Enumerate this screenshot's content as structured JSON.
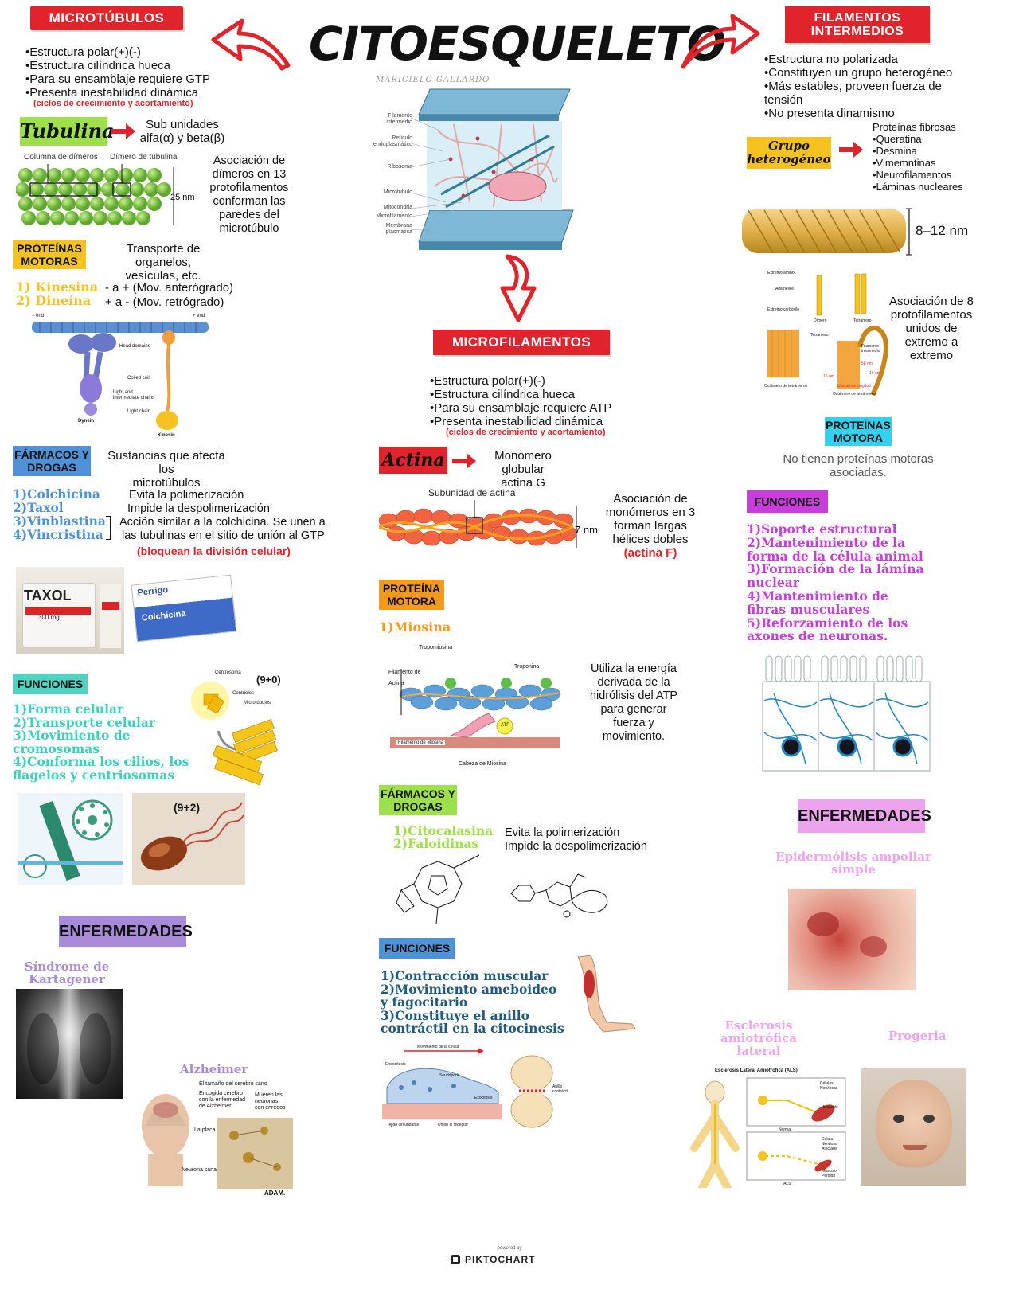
{
  "title": "CITOESQUELETO",
  "author": "MARICIELO GALLARDO",
  "footer": {
    "powered": "powered by",
    "brand": "PIKTOCHART"
  },
  "micro": {
    "banner": "MICROTÚBULOS",
    "props": [
      "•Estructura polar(+)(-)",
      "•Estructura cilíndrica hueca",
      "•Para su ensamblaje requiere GTP",
      "•Presenta inestabilidad dinámica"
    ],
    "note": "(ciclos de crecimiento y acortamiento)",
    "tubulina_label": "Tubulina",
    "tubulina_desc": [
      "Sub unidades",
      "alfa(α) y beta(β)"
    ],
    "fig_col": "Columna de dímeros",
    "fig_dim": "Dímero de tubulina",
    "fig_25": "25 nm",
    "assoc": [
      "Asociación de",
      "dímeros en 13",
      "protofilamentos",
      "conforman las",
      "paredes del",
      "microtúbulo"
    ],
    "motoras_label": [
      "PROTEÍNAS",
      "MOTORAS"
    ],
    "motoras_desc": [
      "Transporte de organelos,",
      "vesículas, etc."
    ],
    "kinesina": "1) Kinesina",
    "dineina": "2) Dineína",
    "kin_mov": "- a + (Mov. anterógrado)",
    "din_mov": "+ a - (Mov. retrógrado)",
    "motor_fig": {
      "minus": "− end",
      "plus": "+ end",
      "head": "Head domains",
      "coiled": "Coiled coil",
      "light": "Light and",
      "inter": "intermediate chains",
      "lchain": "Light chain",
      "dynein": "Dynein",
      "kinesin": "Kinesin"
    },
    "farmacos_label": [
      "FÁRMACOS Y",
      "DROGAS"
    ],
    "farmacos_desc": [
      "Sustancias que afecta los",
      "microtúbulos"
    ],
    "drugs": [
      "1)Colchicina",
      "2)Taxol",
      "3)Vinblastina",
      "4)Vincristina"
    ],
    "drug_eff": [
      "Evita la polimerización",
      "Impide la despolimerización",
      "Acción similar a la colchicina. Se unen a",
      "las tubulinas en el sitio de unión al GTP"
    ],
    "drug_note": "(bloquean la división celular)",
    "taxol": "TAXOL",
    "taxol_mg": "300 mg",
    "perrigo": "Perrigo",
    "colchicina_box": "Colchicina",
    "funciones_label": "FUNCIONES",
    "funciones": [
      "1)Forma celular",
      "2)Transporte celular",
      "3)Movimiento de",
      "cromosomas",
      "4)Conforma los cilios, los",
      "flagelos y centriosomas"
    ],
    "centro_fig": {
      "centrosoma": "Centrosoma",
      "centriolos": "Centriolos",
      "microt": "Microtúbulos",
      "n90": "(9+0)"
    },
    "n92": "(9+2)",
    "enf_label": "ENFERMEDADES",
    "kartagener": [
      "Síndrome de",
      "Kartagener"
    ],
    "alzheimer": "Alzheimer",
    "alz_fig": [
      "El tamaño del cerebro sano",
      "Encogida cerebro",
      "con la enfermedad",
      "de Alzheimer",
      "Mueren las",
      "neuronas",
      "con enredos",
      "La placa",
      "Neurona sana",
      "ADAM."
    ]
  },
  "center": {
    "cell_labels": [
      "Filamento",
      "intermedio",
      "Retículo",
      "endoplasmático",
      "Ribosoma",
      "Microtúbulo",
      "Mitocondria",
      "Microfilamento",
      "Membrana",
      "plasmática"
    ],
    "banner": "MICROFILAMENTOS",
    "props": [
      "•Estructura polar(+)(-)",
      "•Estructura cilíndrica hueca",
      "•Para su ensamblaje requiere ATP",
      "•Presenta inestabilidad dinámica"
    ],
    "note": "(ciclos de crecimiento y acortamiento)",
    "actina_label": "Actina",
    "actina_desc": [
      "Monómero globular",
      "actina G"
    ],
    "fig_sub": "Subunidad de actina",
    "fig_7": "7 nm",
    "assoc": [
      "Asociación de",
      "monómeros en 3",
      "forman largas",
      "hélices dobles"
    ],
    "assoc_note": "(actina F)",
    "motora_label": [
      "PROTEÍNA",
      "MOTORA"
    ],
    "miosina": "1)Miosina",
    "mio_fig": {
      "tropo": "Tropomiosina",
      "fil": "Filamento de",
      "actina": "Actina",
      "tropon": "Troponina",
      "atp": "ATP",
      "film": "Filamento de Miosina",
      "cabeza": "Cabeza de Miosina"
    },
    "mio_desc": [
      "Utiliza la energía",
      "derivada de la",
      "hidrólisis del ATP",
      "para generar",
      "fuerza y",
      "movimiento."
    ],
    "farmacos_label": [
      "FÁRMACOS Y",
      "DROGAS"
    ],
    "drugs": [
      "1)Citocalasina",
      "2)Faloidinas"
    ],
    "drug_eff": [
      "Evita la polimerización",
      "Impide la despolimerización"
    ],
    "funciones_label": "FUNCIONES",
    "funciones": [
      "1)Contracción muscular",
      "2)Movimiento ameboideo",
      "y fagocitario",
      "3)Constituye el anillo",
      "contráctil en la citocinesis"
    ],
    "cell_fig": {
      "mov": "Movimiento de la célula",
      "endo": "Endocitosis",
      "seudo": "Seudópodo",
      "exo": "Exocitosis",
      "tejido": "Tejido circundante",
      "union": "Unión al receptor",
      "anillo": "Anillo contráctil"
    }
  },
  "fi": {
    "banner": [
      "FILAMENTOS",
      "INTERMEDIOS"
    ],
    "props": [
      "•Estructura no polarizada",
      "•Constituyen un grupo heterogéneo",
      "•Más estables, proveen fuerza de",
      "tensión",
      "•No presenta dinamismo"
    ],
    "grupo_label": [
      "Grupo",
      "heterogéneo"
    ],
    "grupo_list": [
      "Proteínas fibrosas",
      "•Queratina",
      "•Desmina",
      "•Vimemntinas",
      "•Neurofilamentos",
      "•Láminas nucleares"
    ],
    "fig_nm": "8–12 nm",
    "tetra_fig": {
      "amino": "Extremo amino",
      "alfa": "Alfa hélice",
      "carb": "Extremo carboxilo",
      "dimero": "Dímero",
      "tetra": "Tetrámero",
      "tetr2": "Tetrámero",
      "fil": "Filamento intermedio",
      "oct": "Octámero de tetrámeros",
      "oct2": "Octámero de tetrámeros",
      "unidad": "Unidad de longitud",
      "n58": "58 nm",
      "n16": "16 nm",
      "n10": "10 nm"
    },
    "assoc": [
      "Asociación de 8",
      "protofilamentos",
      "unidos de",
      "extremo a",
      "extremo"
    ],
    "motora_label": [
      "PROTEÍNAS",
      "MOTORA"
    ],
    "motora_desc": [
      "No tienen proteínas motoras",
      "asociadas."
    ],
    "funciones_label": "FUNCIONES",
    "funciones": [
      "1)Soporte estructural",
      "2)Mantenimiento de la",
      "forma de la célula animal",
      "3)Formación de la lámina",
      "nuclear",
      "4)Mantenimiento de",
      "fibras musculares",
      "5)Reforzamiento de los",
      "axones de neuronas."
    ],
    "enf_label": "ENFERMEDADES",
    "epider": [
      "Epidermólisis ampollar",
      "simple"
    ],
    "ela": [
      "Esclerosis",
      "amiotrófica",
      "lateral"
    ],
    "progeria": "Progeria",
    "ela_fig": {
      "title": "Esclerosis Lateral Amiotrofica (ALS)",
      "cel": "Células Nerviosas",
      "musc": "Músculo",
      "normal": "Normal",
      "cel2": "Célula Nerviosa Afectada",
      "musc2": "Músculo Perdido",
      "als": "ALS"
    }
  },
  "colors": {
    "red": "#e1242b",
    "yellow": "#f6c220",
    "orange": "#f39a1e",
    "blue": "#4f92d6",
    "teal": "#4fd4c2",
    "magenta": "#c63fd8",
    "purple": "#a98ad8",
    "cyan": "#33d1ee",
    "green": "#9ee04a",
    "navy": "#1f5b80"
  }
}
